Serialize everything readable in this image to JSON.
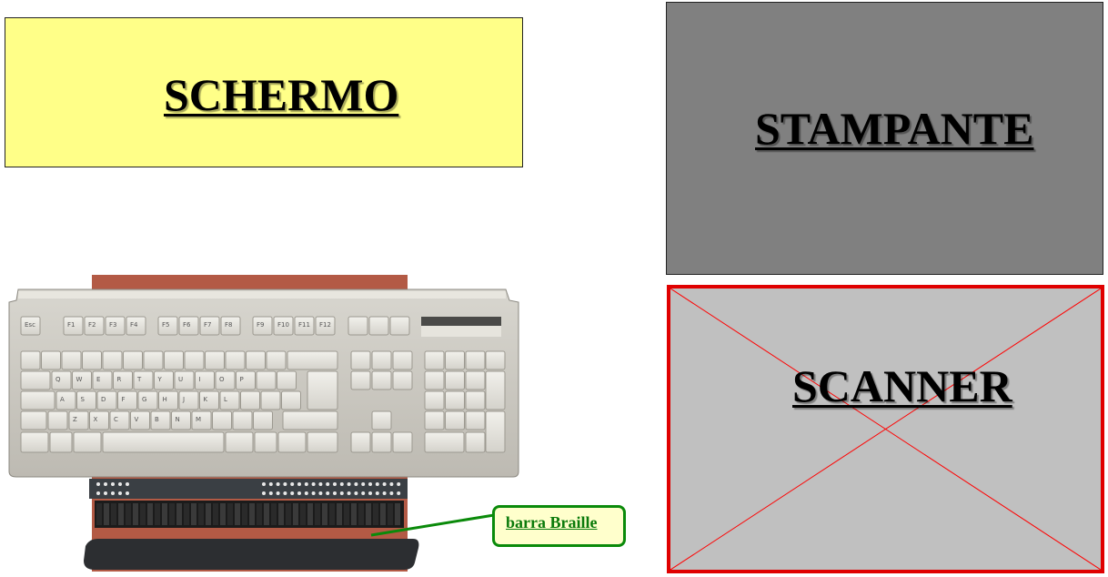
{
  "boxes": {
    "schermo": {
      "label": "SCHERMO",
      "fill": "#ffff88"
    },
    "stampante": {
      "label": "STAMPANTE",
      "fill": "#808080"
    },
    "scanner": {
      "label": "SCANNER",
      "fill": "#c0c0c0",
      "border": "#e00000",
      "crossed_out": true
    }
  },
  "callout": {
    "label": "barra Braille",
    "color": "#0a8a0a"
  },
  "keyboard": {
    "fkeys": [
      "Esc",
      "F1",
      "F2",
      "F3",
      "F4",
      "F5",
      "F6",
      "F7",
      "F8",
      "F9",
      "F10",
      "F11",
      "F12"
    ],
    "row_qwerty": [
      "Q",
      "W",
      "E",
      "R",
      "T",
      "Y",
      "U",
      "I",
      "O",
      "P"
    ],
    "row_asdf": [
      "A",
      "S",
      "D",
      "F",
      "G",
      "H",
      "J",
      "K",
      "L"
    ],
    "row_zxcv": [
      "Z",
      "X",
      "C",
      "V",
      "B",
      "N",
      "M"
    ]
  }
}
